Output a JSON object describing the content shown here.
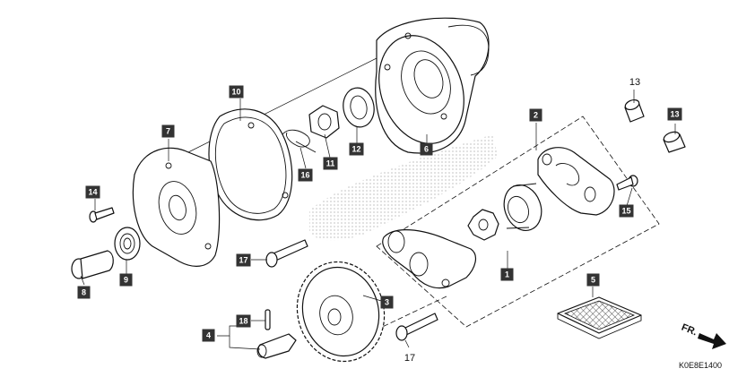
{
  "diagram": {
    "callouts": [
      {
        "id": "c1",
        "label": "1"
      },
      {
        "id": "c2",
        "label": "2"
      },
      {
        "id": "c3",
        "label": "3"
      },
      {
        "id": "c4",
        "label": "4"
      },
      {
        "id": "c5",
        "label": "5"
      },
      {
        "id": "c6",
        "label": "6"
      },
      {
        "id": "c7",
        "label": "7"
      },
      {
        "id": "c8",
        "label": "8"
      },
      {
        "id": "c9",
        "label": "9"
      },
      {
        "id": "c10",
        "label": "10"
      },
      {
        "id": "c11",
        "label": "11"
      },
      {
        "id": "c12",
        "label": "12"
      },
      {
        "id": "c13",
        "label": "13"
      },
      {
        "id": "c14",
        "label": "14"
      },
      {
        "id": "c15",
        "label": "15"
      },
      {
        "id": "c16",
        "label": "16"
      },
      {
        "id": "c17",
        "label": "17"
      },
      {
        "id": "c18",
        "label": "18"
      }
    ],
    "plain_labels": {
      "part13_top": "13",
      "part17_bottom": "17"
    },
    "direction_label": "FR.",
    "diagram_code": "K0E8E1400"
  }
}
